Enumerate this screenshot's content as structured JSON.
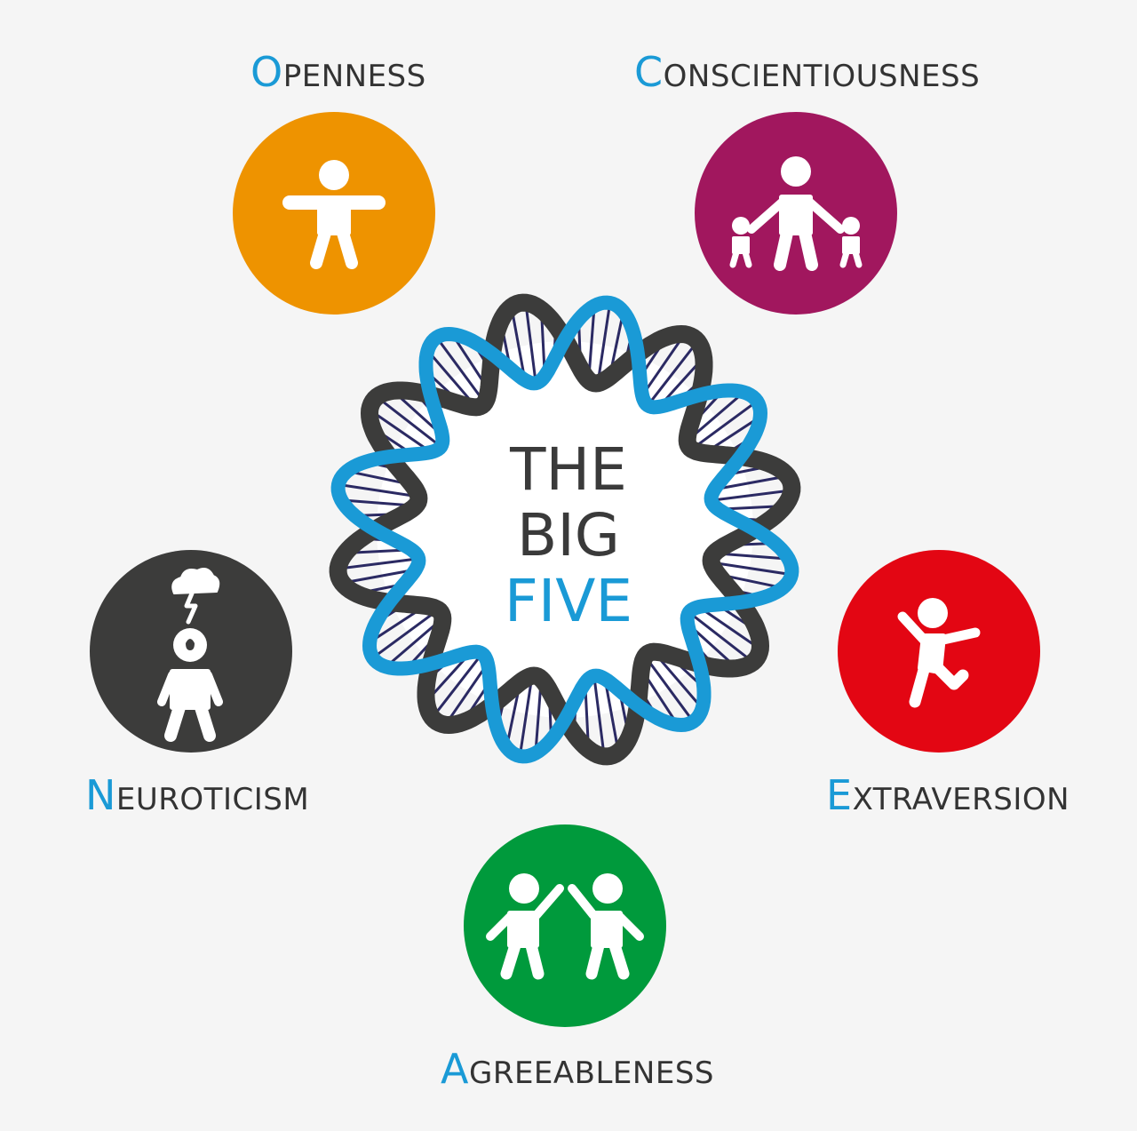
{
  "title": {
    "line1": "THE",
    "line2": "BIG",
    "line3": "FIVE"
  },
  "traits": [
    {
      "key": "openness",
      "initial": "O",
      "rest": "penness",
      "color": "#ee9300",
      "icon": "open-arms-person-icon"
    },
    {
      "key": "conscientiousness",
      "initial": "C",
      "rest": "onscientiousness",
      "color": "#a1175e",
      "icon": "parent-with-children-icon"
    },
    {
      "key": "extraversion",
      "initial": "E",
      "rest": "xtraversion",
      "color": "#e30613",
      "icon": "jumping-person-icon"
    },
    {
      "key": "agreeableness",
      "initial": "A",
      "rest": "greeableness",
      "color": "#009a3c",
      "icon": "two-people-high-five-icon"
    },
    {
      "key": "neuroticism",
      "initial": "N",
      "rest": "euroticism",
      "color": "#3c3c3b",
      "icon": "storm-cloud-person-icon"
    }
  ],
  "colors": {
    "accent": "#1a9ad6",
    "text": "#333333",
    "strand_dark": "#3c3c3b",
    "rung": "#2b2a63",
    "background": "#f5f5f5"
  }
}
